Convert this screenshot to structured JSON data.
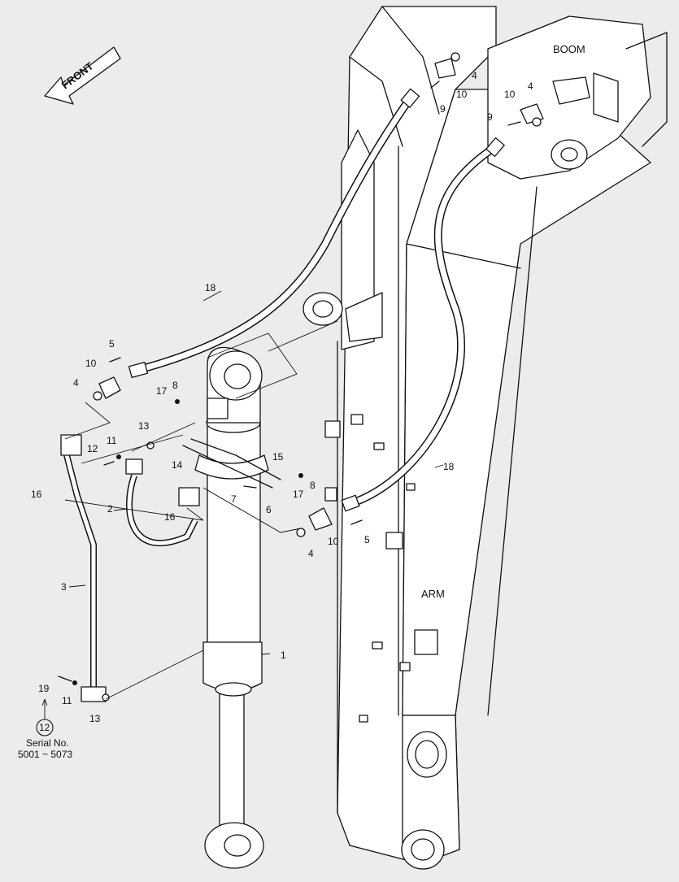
{
  "labels": {
    "boom": "BOOM",
    "arm": "ARM",
    "front": "FRONT",
    "serial_label": "Serial No.",
    "serial_range": "5001 ~ 5073"
  },
  "callouts": [
    {
      "id": "c1",
      "text": "1"
    },
    {
      "id": "c2",
      "text": "2"
    },
    {
      "id": "c3",
      "text": "3"
    },
    {
      "id": "c4a",
      "text": "4"
    },
    {
      "id": "c4b",
      "text": "4"
    },
    {
      "id": "c4c",
      "text": "4"
    },
    {
      "id": "c4d",
      "text": "4"
    },
    {
      "id": "c5a",
      "text": "5"
    },
    {
      "id": "c5b",
      "text": "5"
    },
    {
      "id": "c6",
      "text": "6"
    },
    {
      "id": "c7",
      "text": "7"
    },
    {
      "id": "c8a",
      "text": "8"
    },
    {
      "id": "c8b",
      "text": "8"
    },
    {
      "id": "c9a",
      "text": "9"
    },
    {
      "id": "c9b",
      "text": "9"
    },
    {
      "id": "c10a",
      "text": "10"
    },
    {
      "id": "c10b",
      "text": "10"
    },
    {
      "id": "c10c",
      "text": "10"
    },
    {
      "id": "c10d",
      "text": "10"
    },
    {
      "id": "c11a",
      "text": "11"
    },
    {
      "id": "c11b",
      "text": "11"
    },
    {
      "id": "c12a",
      "text": "12"
    },
    {
      "id": "c12b",
      "text": "12"
    },
    {
      "id": "c13a",
      "text": "13"
    },
    {
      "id": "c13b",
      "text": "13"
    },
    {
      "id": "c14",
      "text": "14"
    },
    {
      "id": "c15",
      "text": "15"
    },
    {
      "id": "c16a",
      "text": "16"
    },
    {
      "id": "c16b",
      "text": "16"
    },
    {
      "id": "c17a",
      "text": "17"
    },
    {
      "id": "c17b",
      "text": "17"
    },
    {
      "id": "c18a",
      "text": "18"
    },
    {
      "id": "c18b",
      "text": "18"
    },
    {
      "id": "c19",
      "text": "19"
    }
  ]
}
